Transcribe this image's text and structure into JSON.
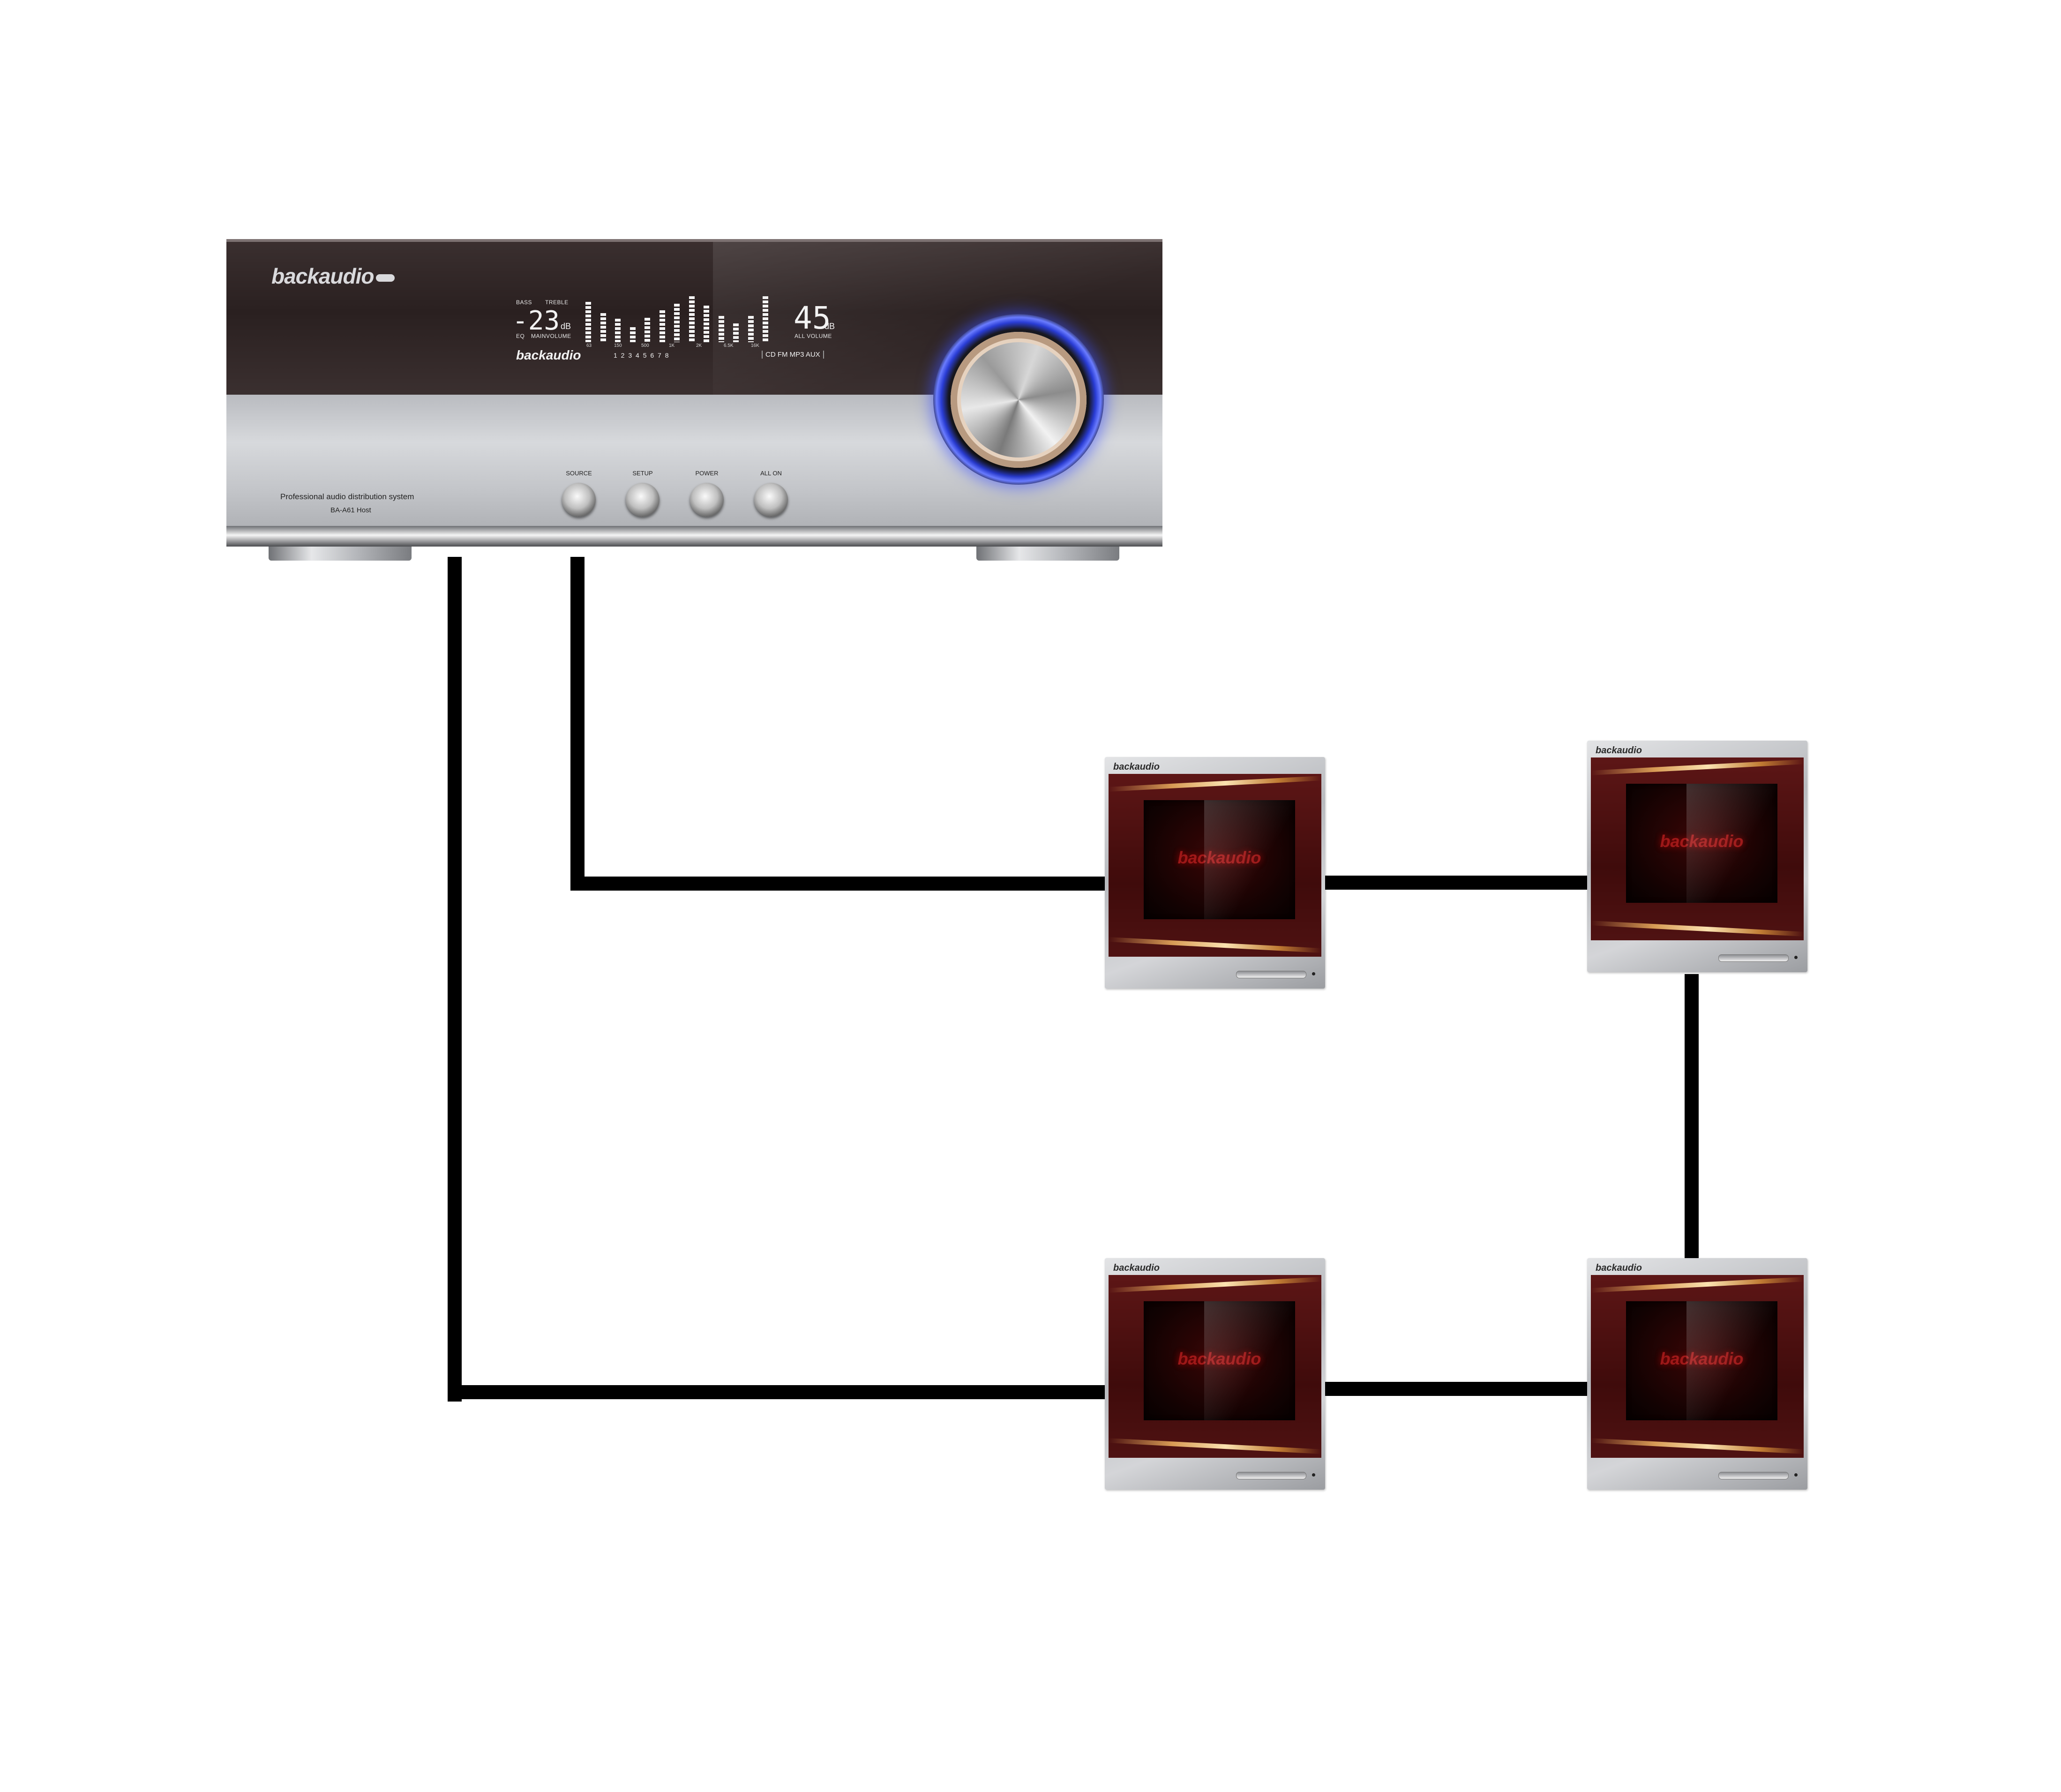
{
  "host": {
    "brand": "backaudio",
    "display": {
      "bass_label": "BASS",
      "treble_label": "TREBLE",
      "level_value": "-23",
      "level_unit": "dB",
      "eq_label": "EQ",
      "mainvolume_label": "MAINVOLUME",
      "freq_labels": [
        "63",
        "150",
        "500",
        "1K",
        "2K",
        "6.5K",
        "16K"
      ],
      "eq_levels": [
        0.86,
        0.62,
        0.5,
        0.32,
        0.52,
        0.68,
        0.82,
        0.98,
        0.78,
        0.56,
        0.4,
        0.56,
        0.98
      ],
      "volume_value": "45",
      "volume_unit": "dB",
      "all_volume_label": "ALL VOLUME",
      "display_brand": "backaudio",
      "zones": "1 2 3 4 5 6 7 8",
      "sources": "CD FM MP3 AUX"
    },
    "tagline": "Professional audio distribution system",
    "model": "BA-A61 Host",
    "buttons": [
      "SOURCE",
      "SETUP",
      "POWER",
      "ALL ON"
    ]
  },
  "terminals": [
    {
      "brand": "backaudio",
      "screen_logo": "backaudio"
    },
    {
      "brand": "backaudio",
      "screen_logo": "backaudio"
    },
    {
      "brand": "backaudio",
      "screen_logo": "backaudio"
    },
    {
      "brand": "backaudio",
      "screen_logo": "backaudio"
    }
  ],
  "colors": {
    "knob_glow": "#3a55ff",
    "wire": "#000000",
    "panel_red": "#4a0f0f"
  }
}
